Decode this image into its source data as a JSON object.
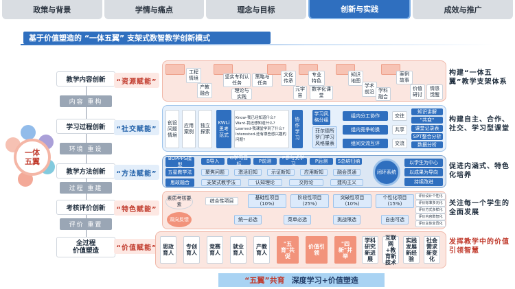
{
  "tabs": [
    {
      "label": "政策与背景",
      "active": false
    },
    {
      "label": "学情与痛点",
      "active": false
    },
    {
      "label": "理念与目标",
      "active": false
    },
    {
      "label": "创新与实践",
      "active": true
    },
    {
      "label": "成效与推广",
      "active": false
    }
  ],
  "banner": "基于价值塑造的 “一体五翼” 支架式数智教学创新模式",
  "hub": {
    "label_line1": "一体",
    "label_line2": "五翼"
  },
  "chain": [
    {
      "title": "教学内容创新",
      "sub": "内容 重构"
    },
    {
      "title": "学习过程创新",
      "sub": "环境 重设"
    },
    {
      "title": "教学方法创新",
      "sub": "过程 重建"
    },
    {
      "title": "考核评价创新",
      "sub": "评价 重置"
    },
    {
      "title": "全过程",
      "title2": "价值塑造",
      "sub": ""
    }
  ],
  "wings": [
    {
      "label": "“资源赋能”",
      "desc": "构建“一体五翼”教学支架体系"
    },
    {
      "label": "“社交赋能”",
      "desc": "构建自主、合作、社交、学习型课堂"
    },
    {
      "label": "“方法赋能”",
      "desc": "促进内涵式、特色化培养"
    },
    {
      "label": "“特色赋能”",
      "desc": "关注每一个学生的全面发展"
    },
    {
      "label": "“价值赋能”",
      "desc": "发挥教学中的价值引领智慧"
    }
  ],
  "row1": {
    "chips": [
      "工程情境",
      "产教融合",
      "坚实专利认任务",
      "策略与任务",
      "理论与实践",
      "文化传承",
      "专业特色",
      "元宇宙",
      "数字化课堂",
      "知识地图",
      "学术前沿",
      "学科融合",
      "案例故事",
      "价值研讨",
      "情感觉醒"
    ]
  },
  "row2": {
    "chips": [
      "创设问题情境",
      "应用案例",
      "独立探索",
      "KWLi思考范式",
      "协作学习",
      "学习风格分组",
      "菲尔德所罗门学习风格量表",
      "组内分工协作",
      "组内竞争轮换",
      "组间交流互评",
      "交往",
      "共享",
      "交流",
      "知识讲解",
      "\"共变\"",
      "课堂记录表",
      "SPT整合分析",
      "数据分析"
    ],
    "kwl": [
      "Know-我已经知道什么?",
      "Want-我还想知道什么?",
      "Learned-我课堂学到了什么?",
      "Interested-还有哪些感兴趣的问题?"
    ]
  },
  "row3": {
    "chips": [
      "BOPPPS模型",
      "B导入",
      "O学习目标",
      "P前测",
      "P参与式学习",
      "P后测",
      "S总结归纳",
      "五星教学法",
      "聚焦问题",
      "激活旧知",
      "示证新知",
      "应用新知",
      "融会贯通",
      "思政融合",
      "支架式教学法",
      "认知理论",
      "交际论",
      "建构主义",
      "以学生为中心",
      "以成果为导向",
      "持续改进",
      "闭环系统"
    ]
  },
  "row4": {
    "chips": [
      "素质考核要素",
      "综合性项目",
      "基础性项目(10%)",
      "阶段性项目(25%)",
      "突破性项目(10%)",
      "个性化项目(15%)",
      "统一必选",
      "菜单必选",
      "挑战限选",
      "自由可选",
      "双向反馈",
      "评价设计个性化",
      "评价标准多元化",
      "评价方式多样化",
      "评价内容数智化",
      "评价主体全员化"
    ]
  },
  "row5": {
    "chips": [
      "思政育人",
      "专创育人",
      "竞赛育人",
      "就业育人",
      "产教育人",
      "\"五育\"共促",
      "价值引领",
      "\"四新\"并举",
      "学科研究新进展",
      "互联网+教育新技术",
      "实践发展新经验",
      "社会需求新变化"
    ]
  },
  "bottom": {
    "hl": "“五翼”共育",
    "text": "深度学习+价值塑造"
  }
}
